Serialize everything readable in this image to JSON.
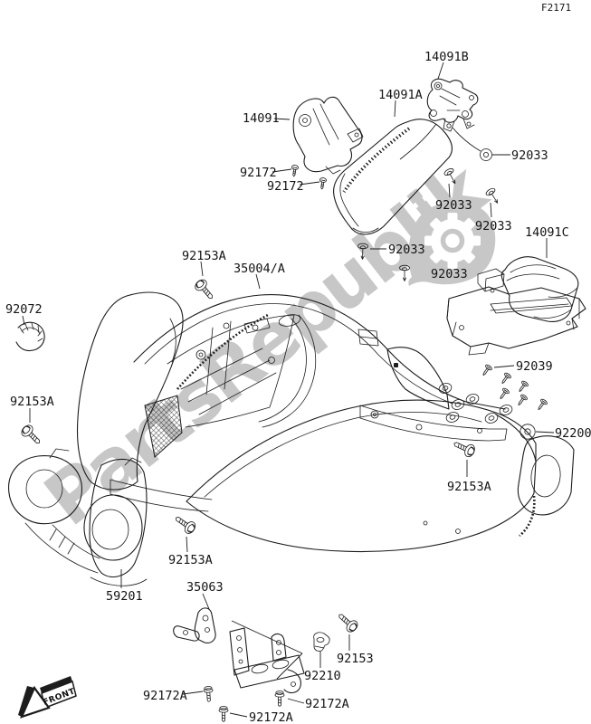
{
  "diagram": {
    "figure_code": "F2171",
    "part_labels": [
      {
        "text": "14091B"
      },
      {
        "text": "14091A"
      },
      {
        "text": "14091"
      },
      {
        "text": "92172"
      },
      {
        "text": "92172"
      },
      {
        "text": "92033"
      },
      {
        "text": "92033"
      },
      {
        "text": "92033"
      },
      {
        "text": "92033"
      },
      {
        "text": "92033"
      },
      {
        "text": "14091C"
      },
      {
        "text": "92153A"
      },
      {
        "text": "35004/A"
      },
      {
        "text": "92072"
      },
      {
        "text": "92153A"
      },
      {
        "text": "92039"
      },
      {
        "text": "92200"
      },
      {
        "text": "92153A"
      },
      {
        "text": "92153A"
      },
      {
        "text": "59201"
      },
      {
        "text": "35063"
      },
      {
        "text": "92153"
      },
      {
        "text": "92210"
      },
      {
        "text": "92172A"
      },
      {
        "text": "92172A"
      },
      {
        "text": "92172A"
      }
    ],
    "parts_list": [
      "14091",
      "14091A",
      "14091B",
      "14091C",
      "35004/A",
      "35063",
      "59201",
      "92033",
      "92039",
      "92072",
      "92153",
      "92153A",
      "92172",
      "92172A",
      "92200",
      "92210"
    ]
  },
  "watermark": {
    "text": "PartsRepublik",
    "separator": "|",
    "color": "#c7c7c7"
  },
  "front_marker": {
    "label": "FRONT"
  }
}
